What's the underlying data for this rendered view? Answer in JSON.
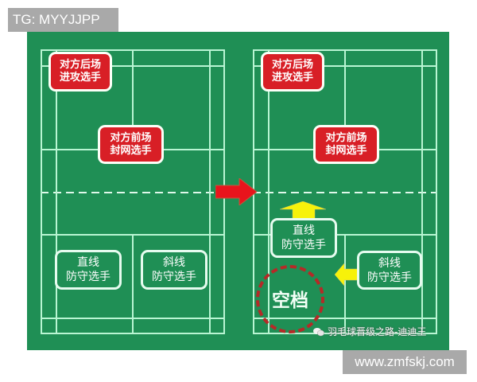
{
  "overlay": {
    "top_left_tag": "TG: MYYJJPP",
    "bottom_right_site": "www.zmfskj.com"
  },
  "colors": {
    "court_green": "#1f8f55",
    "court_line": "#b9f5d3",
    "opponent_box_red": "#d81f26",
    "arrow_red": "#e8141c",
    "arrow_yellow": "#f7f20a",
    "gap_circle": "#b52a27"
  },
  "left_court": {
    "opponent_back": {
      "line1": "对方后场",
      "line2": "进攻选手"
    },
    "opponent_front": {
      "line1": "对方前场",
      "line2": "封网选手"
    },
    "straight_defender": {
      "line1": "直线",
      "line2": "防守选手"
    },
    "cross_defender": {
      "line1": "斜线",
      "line2": "防守选手"
    }
  },
  "transition_arrow": "arrow-right-icon",
  "right_court": {
    "opponent_back": {
      "line1": "对方后场",
      "line2": "进攻选手"
    },
    "opponent_front": {
      "line1": "对方前场",
      "line2": "封网选手"
    },
    "straight_defender": {
      "line1": "直线",
      "line2": "防守选手"
    },
    "cross_defender": {
      "line1": "斜线",
      "line2": "防守选手"
    },
    "gap_label": "空档",
    "arrows": [
      "arrow-up-icon",
      "arrow-left-icon"
    ]
  },
  "watermark": "羽毛球晋级之路-迪迪王"
}
